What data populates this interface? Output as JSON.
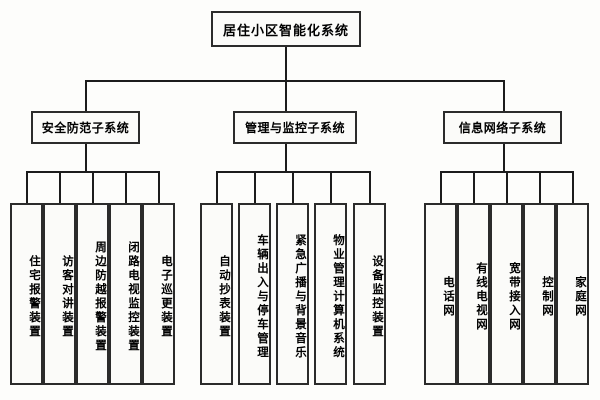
{
  "diagram": {
    "type": "organization-hierarchy-tree",
    "title": "居住小区智能化系统",
    "orientation": "top-down",
    "levels": 3,
    "colors": {
      "border": "#2b2b2b",
      "line": "#1c1c1c",
      "box_fill": "#fbfbf9",
      "background": "#fdfdfb",
      "text": "#000000"
    },
    "root": {
      "label": "居住小区智能化系统"
    },
    "branches": [
      {
        "label": "安全防范子系统",
        "leaves": [
          {
            "label": "住宅报警装置"
          },
          {
            "label": "访客对讲装置"
          },
          {
            "label": "周边防越报警装置"
          },
          {
            "label": "闭路电视监控装置"
          },
          {
            "label": "电子巡更装置"
          }
        ]
      },
      {
        "label": "管理与监控子系统",
        "leaves": [
          {
            "label": "自动抄表装置"
          },
          {
            "label": "车辆出入与停车管理"
          },
          {
            "label": "紧急广播与背景音乐"
          },
          {
            "label": "物业管理计算机系统"
          },
          {
            "label": "设备监控装置"
          }
        ]
      },
      {
        "label": "信息网络子系统",
        "leaves": [
          {
            "label": "电话网"
          },
          {
            "label": "有线电视网"
          },
          {
            "label": "宽带接入网"
          },
          {
            "label": "控制网"
          },
          {
            "label": "家庭网"
          }
        ]
      }
    ]
  }
}
